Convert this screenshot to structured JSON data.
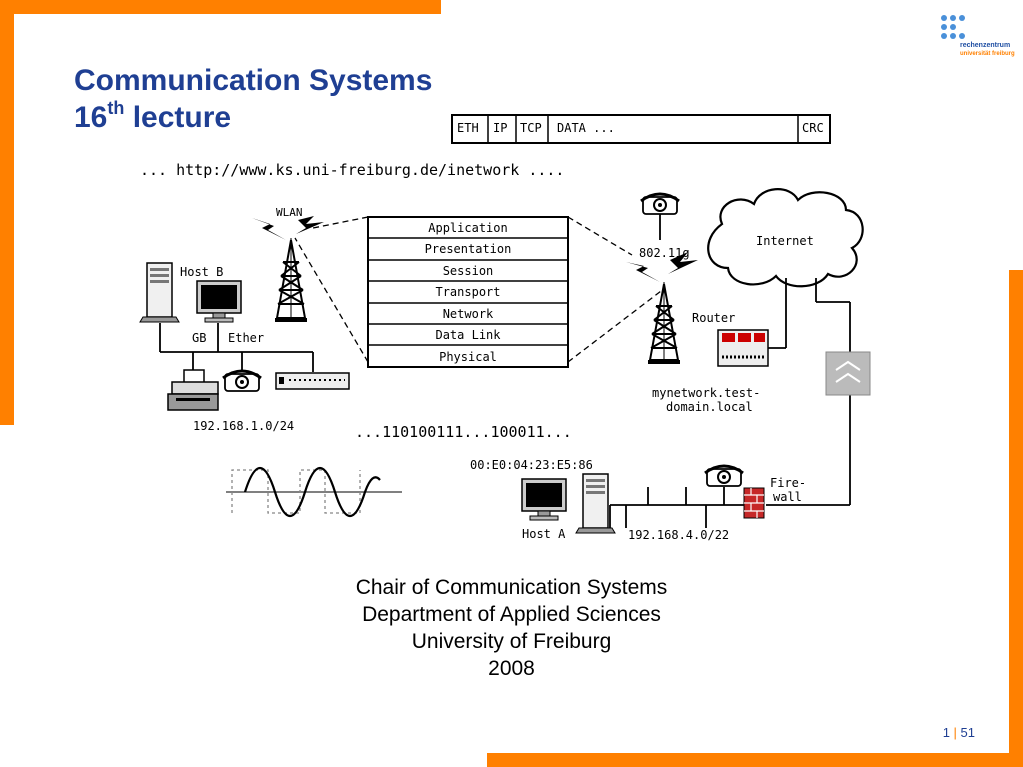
{
  "slide": {
    "title_line1": "Communication Systems",
    "title_num": "16",
    "title_sup": "th",
    "title_rest": " lecture",
    "logo_line1": "rechenzentrum",
    "logo_line2": "universität freiburg",
    "credits": [
      "Chair of Communication Systems",
      "Department of Applied Sciences",
      "University of Freiburg",
      "2008"
    ],
    "page_current": "1",
    "page_sep": " | ",
    "page_total": "51"
  },
  "diagram": {
    "packet": [
      "ETH",
      "IP",
      "TCP",
      "DATA ...",
      "CRC"
    ],
    "url_text": "... http://www.ks.uni-freiburg.de/inetwork ....",
    "osi_layers": [
      "Application",
      "Presentation",
      "Session",
      "Transport",
      "Network",
      "Data Link",
      "Physical"
    ],
    "wlan_label": "WLAN",
    "host_b_label": "Host B",
    "gb_label": "GB",
    "ether_label": "Ether",
    "subnet1": "192.168.1.0/24",
    "bits": "...110100111...100011...",
    "wifi_std": "802.11g",
    "internet_label": "Internet",
    "router_label": "Router",
    "domain_line1": "mynetwork.test-",
    "domain_line2": "domain.local",
    "mac_label": "00:E0:04:23:E5:86",
    "firewall_line1": "Fire-",
    "firewall_line2": "wall",
    "host_a_label": "Host A",
    "subnet2": "192.168.4.0/22"
  },
  "colors": {
    "accent": "#ff8000",
    "title": "#1f3f93",
    "logo_dots": "#4a90d9"
  }
}
